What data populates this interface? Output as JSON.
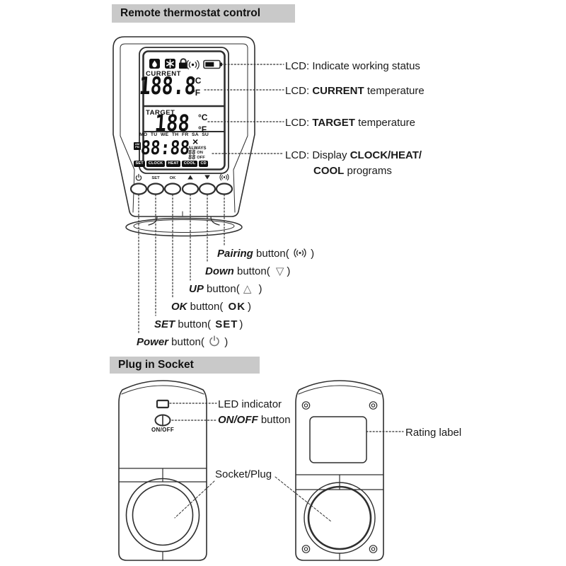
{
  "header1": "Remote thermostat control",
  "header2": "Plug in Socket",
  "lcd": {
    "current_label": "CURRENT",
    "current_value": "188.8",
    "current_unit_c": "°C",
    "current_unit_f": "°F",
    "target_label": "TARGET",
    "target_value": "188",
    "target_unit_c": "°C",
    "target_unit_f": "°F",
    "days": "MO TU WE TH FR SA SU",
    "am_label": "AM",
    "pm_label": "PM",
    "clock_value": "88:88",
    "cross_mark": "×",
    "always_label": "ALWAYS",
    "on_value": "88",
    "on_label": "ON",
    "off_value": "88",
    "off_label": "OFF",
    "mode_tags": [
      "SET",
      "CLOCK",
      "HEAT",
      "COOL",
      "CD"
    ]
  },
  "device_buttons": {
    "set": "SET",
    "ok": "OK"
  },
  "lcd_callouts": {
    "c1": {
      "a": "LCD: Indicate working status"
    },
    "c2": {
      "a": "LCD: ",
      "b": "CURRENT",
      "c": " temperature"
    },
    "c3": {
      "a": "LCD: ",
      "b": "TARGET",
      "c": " temperature"
    },
    "c4": {
      "a": "LCD: Display ",
      "b": "CLOCK/HEAT/",
      "c": "COOL",
      "d": " programs"
    }
  },
  "button_callouts": {
    "pairing": {
      "name": "Pairing",
      "mid": " button(",
      "end": ")"
    },
    "down": {
      "name": "Down",
      "mid": " button(",
      "glyph": "▽",
      "end": ")"
    },
    "up": {
      "name": "UP",
      "mid": " button(",
      "glyph": "△",
      "end": ")"
    },
    "ok": {
      "name": "OK",
      "mid": " button(",
      "glyph": "OK",
      "end": ")"
    },
    "set": {
      "name": "SET",
      "mid": " button(",
      "glyph": "SET",
      "end": ")"
    },
    "power": {
      "name": "Power",
      "mid": " button(",
      "end": ")"
    }
  },
  "socket_section": {
    "led_label": "LED indicator",
    "onoff_name": "ON/OFF",
    "onoff_rest": " button",
    "switch_label": "ON/OFF",
    "socket_plug_label": "Socket/Plug",
    "rating_label": "Rating label"
  }
}
